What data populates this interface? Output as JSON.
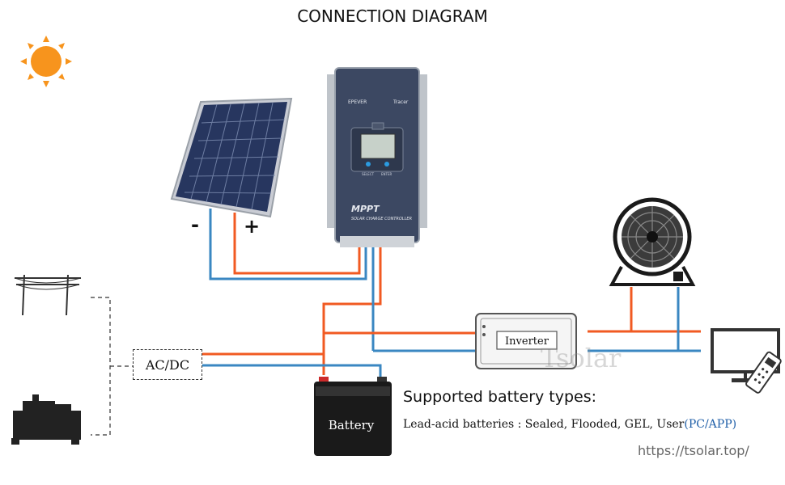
{
  "title": "CONNECTION DIAGRAM",
  "panel": {
    "neg_label": "-",
    "pos_label": "+"
  },
  "controller": {
    "brand": "EPEVER",
    "model": "Tracer",
    "mppt": "MPPT",
    "subtitle": "SOLAR CHARGE CONTROLLER",
    "btn1": "SELECT",
    "btn2": "ENTER"
  },
  "acdc_label": "AC/DC",
  "inverter_label": "Inverter",
  "battery_label": "Battery",
  "supported": {
    "title": "Supported battery types:",
    "text": "Lead-acid batteries : Sealed, Flooded, GEL, User",
    "highlight": "(PC/APP)"
  },
  "watermark": "Tsolar",
  "url": "https://tsolar.top/",
  "colors": {
    "positive_wire": "#f15a22",
    "negative_wire": "#3a87c2",
    "sun": "#f7941d"
  },
  "icons": [
    "sun-icon",
    "power-line-icon",
    "generator-icon",
    "fan-icon",
    "tv-icon",
    "remote-icon"
  ]
}
